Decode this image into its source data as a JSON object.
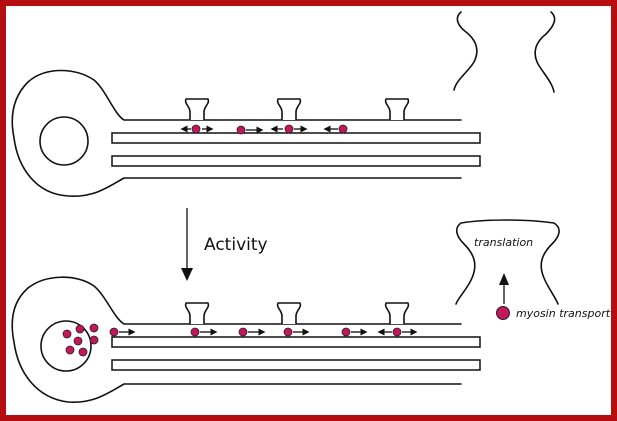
{
  "labels": {
    "activity": "Activity",
    "translation": "translation",
    "myosin_transport": "myosin transport"
  },
  "colors": {
    "border": "#b50d10",
    "particle": "#c2185b",
    "line": "#111111"
  }
}
